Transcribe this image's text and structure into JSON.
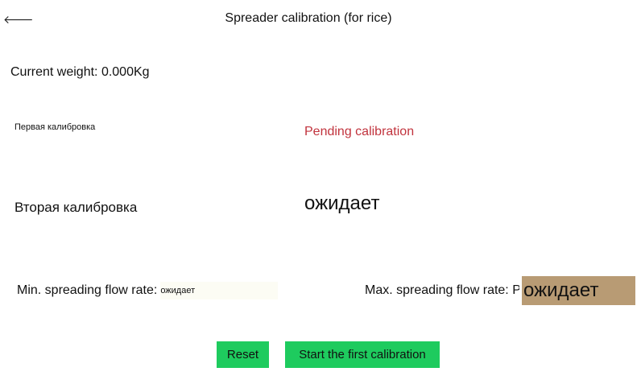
{
  "header": {
    "back_icon": "arrow-left-icon",
    "back_glyph": "🡐",
    "title": "Spreader calibration (for rice)"
  },
  "weight": {
    "label": "Current weight: 0.000Kg"
  },
  "calibration": {
    "first_label": "Первая калибровка",
    "first_status": "Pending calibration",
    "first_status_color": "#c1333d",
    "second_label": "Вторая калибровка",
    "second_status": "ожидает"
  },
  "flow_rates": {
    "min_label": "Min. spreading flow rate:",
    "min_value": "ожидает",
    "max_label": "Max. spreading flow rate: P",
    "max_value": "ожидает",
    "max_value_bg": "#b89b74"
  },
  "actions": {
    "reset_label": "Reset",
    "start_label": "Start the first calibration",
    "button_color": "#1ecb5e"
  }
}
